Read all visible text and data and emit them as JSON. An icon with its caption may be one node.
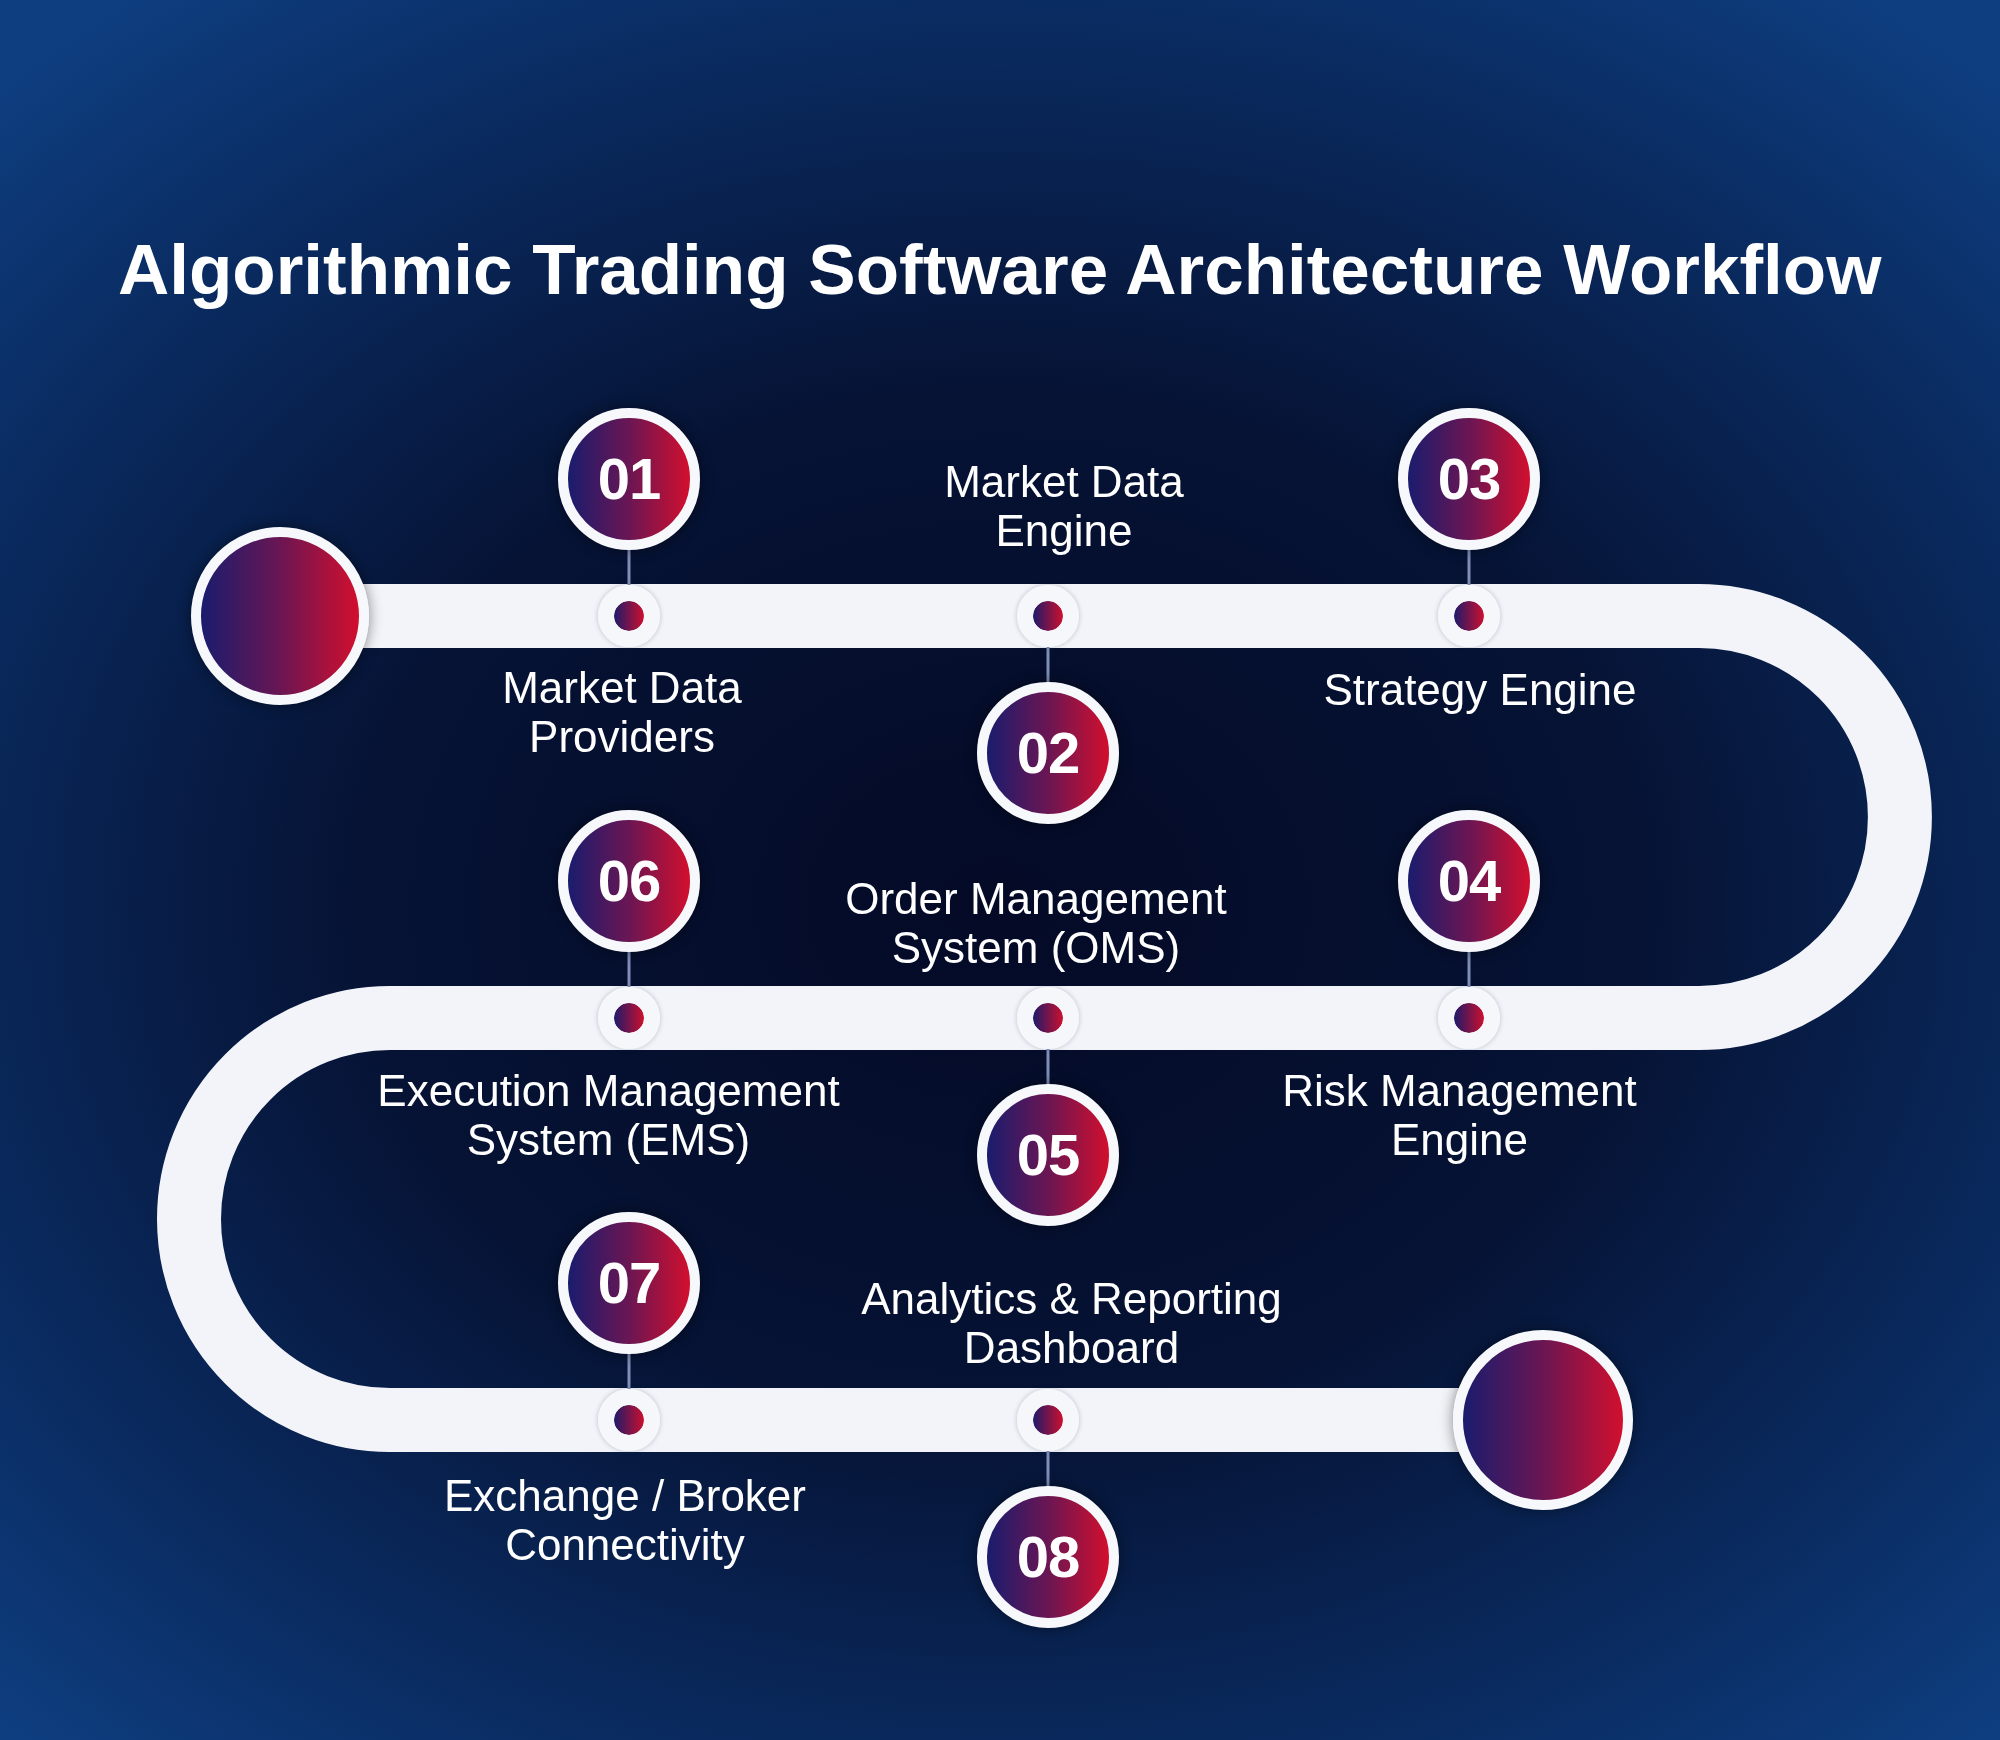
{
  "diagram": {
    "title": "Algorithmic Trading Software Architecture Workflow",
    "nodes": [
      {
        "text": [],
        "shape": "circle"
      },
      {
        "text": [
          "01"
        ]
      },
      {
        "text": [],
        "shape": "circle",
        "beside": [
          "Market Data Providers"
        ]
      },
      {
        "text": [
          "02"
        ]
      },
      {
        "text": [],
        "shape": "circle",
        "beside": [
          "Market Data Engine"
        ]
      },
      {
        "text": [
          "03"
        ]
      },
      {
        "text": [],
        "shape": "circle",
        "beside": [
          "Strategy Engine"
        ]
      },
      {
        "text": [
          "04"
        ]
      },
      {
        "text": [],
        "shape": "circle",
        "beside": [
          "Risk Management Engine"
        ]
      },
      {
        "text": [
          "05"
        ]
      },
      {
        "text": [],
        "shape": "circle",
        "beside": [
          "Order Management System (OMS)"
        ]
      },
      {
        "text": [
          "06"
        ]
      },
      {
        "text": [],
        "shape": "circle",
        "beside": [
          "Execution Management System (EMS)"
        ]
      },
      {
        "text": [
          "07"
        ]
      },
      {
        "text": [],
        "shape": "circle",
        "beside": [
          "Exchange / Broker Connectivity"
        ]
      },
      {
        "text": [
          "08"
        ]
      },
      {
        "text": [],
        "shape": "circle",
        "beside": [
          "Analytics & Reporting Dashboard"
        ]
      },
      {
        "text": [],
        "shape": "circle"
      }
    ],
    "edges": [
      {
        "from": 0,
        "to": 2,
        "arrow": "none"
      },
      {
        "from": 2,
        "to": 4,
        "arrow": "none"
      },
      {
        "from": 4,
        "to": 6,
        "arrow": "none"
      },
      {
        "from": 6,
        "to": 8,
        "arrow": "none"
      },
      {
        "from": 8,
        "to": 10,
        "arrow": "none"
      },
      {
        "from": 10,
        "to": 12,
        "arrow": "none"
      },
      {
        "from": 12,
        "to": 14,
        "arrow": "none"
      },
      {
        "from": 14,
        "to": 16,
        "arrow": "none"
      },
      {
        "from": 16,
        "to": 17,
        "arrow": "none"
      },
      {
        "from": 1,
        "to": 2,
        "arrow": "none",
        "color": "#7f8fb8"
      },
      {
        "from": 3,
        "to": 4,
        "arrow": "none",
        "color": "#7f8fb8"
      },
      {
        "from": 5,
        "to": 6,
        "arrow": "none",
        "color": "#7f8fb8"
      },
      {
        "from": 7,
        "to": 8,
        "arrow": "none",
        "color": "#7f8fb8"
      },
      {
        "from": 9,
        "to": 10,
        "arrow": "none",
        "color": "#7f8fb8"
      },
      {
        "from": 11,
        "to": 12,
        "arrow": "none",
        "color": "#7f8fb8"
      },
      {
        "from": 13,
        "to": 14,
        "arrow": "none",
        "color": "#7f8fb8"
      },
      {
        "from": 15,
        "to": 16,
        "arrow": "none",
        "color": "#7f8fb8"
      }
    ]
  }
}
